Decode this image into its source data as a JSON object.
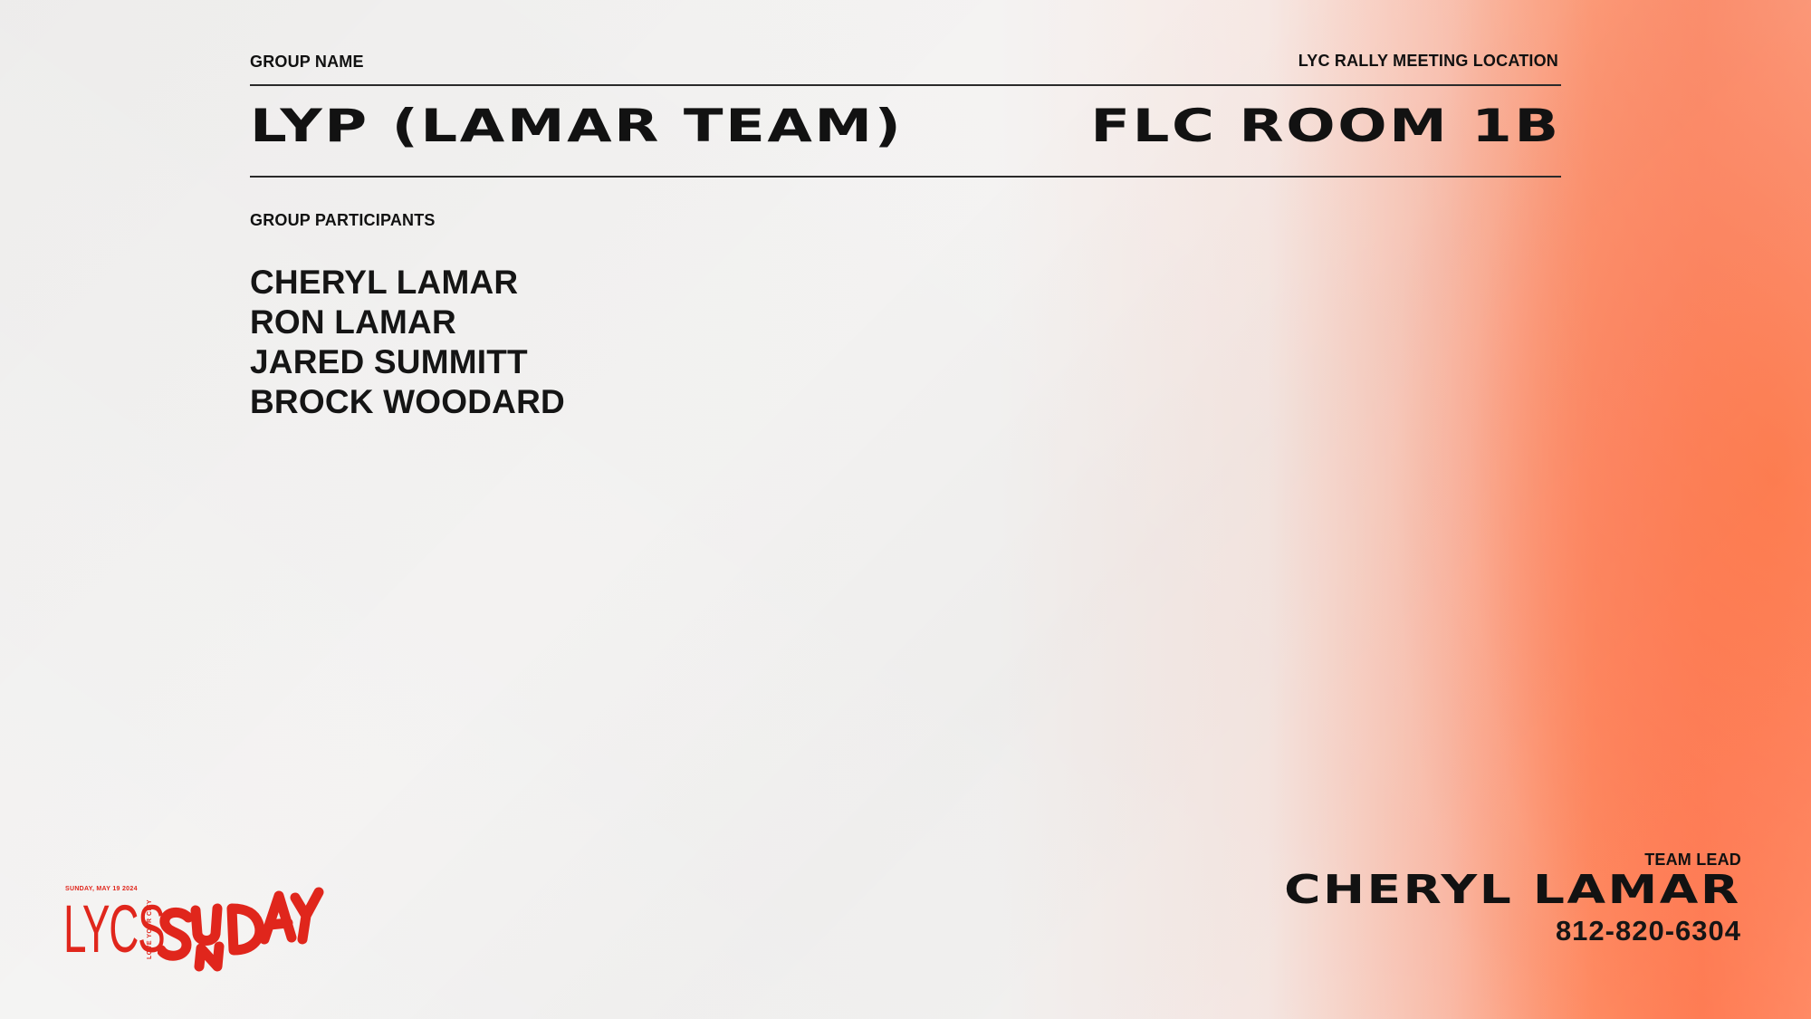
{
  "header": {
    "group_name_label": "GROUP NAME",
    "group_name": "LYP (LAMAR TEAM)",
    "location_label": "LYC RALLY MEETING LOCATION",
    "location": "FLC ROOM 1B"
  },
  "participants": {
    "label": "GROUP PARTICIPANTS",
    "names": [
      "CHERYL LAMAR",
      "RON LAMAR",
      "JARED SUMMITT",
      "BROCK WOODARD"
    ]
  },
  "team_lead": {
    "label": "TEAM LEAD",
    "name": "CHERYL LAMAR",
    "phone": "812-820-6304"
  },
  "logo": {
    "date": "SUNDAY, MAY 19 2024",
    "mark": "LYCS",
    "tagline": "LOVE YOUR CITY",
    "wordmark": "SUNDAY"
  },
  "colors": {
    "brand_red": "#e0261c",
    "accent_orange": "#ff7448",
    "text": "#121212"
  }
}
